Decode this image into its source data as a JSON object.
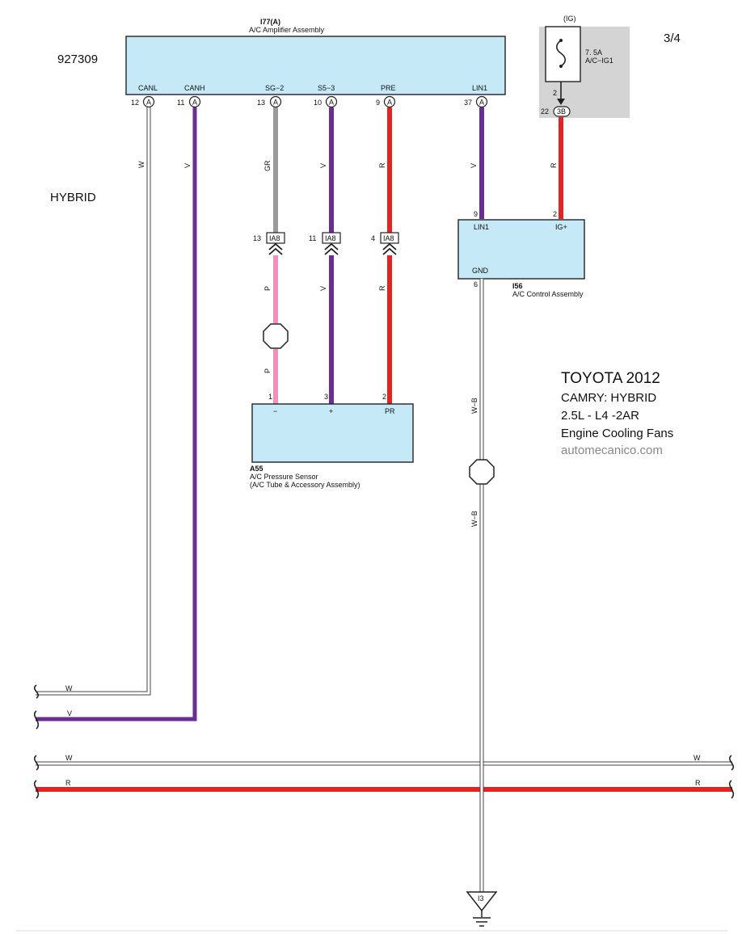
{
  "page": {
    "code": "927309",
    "section": "HYBRID",
    "page_number": "3/4"
  },
  "title_block": {
    "title": "TOYOTA 2012",
    "line1": "CAMRY: HYBRID",
    "line2": "2.5L - L4 -2AR",
    "line3": "Engine Cooling Fans",
    "site": "automecanico.com"
  },
  "colors": {
    "purple": "#6a2d91",
    "red": "#e42424",
    "pink": "#f28fbf",
    "gray": "#9a9a9a",
    "box_fill": "#c6e9f7",
    "fuse_box_fill": "#d4d4d4"
  },
  "amplifier": {
    "id": "I77(A)",
    "name": "A/C Amplifier Assembly",
    "pins": [
      {
        "label": "CANL",
        "num": "12",
        "conn": "A"
      },
      {
        "label": "CANH",
        "num": "11",
        "conn": "A"
      },
      {
        "label": "SG−2",
        "num": "13",
        "conn": "A"
      },
      {
        "label": "S5−3",
        "num": "10",
        "conn": "A"
      },
      {
        "label": "PRE",
        "num": "9",
        "conn": "A"
      },
      {
        "label": "LIN1",
        "num": "37",
        "conn": "A"
      }
    ]
  },
  "fuse": {
    "group": "(IG)",
    "rating": "7. 5A",
    "name": "A/C−IG1",
    "out_pin": "2",
    "conn_pin": "22",
    "conn": "3B"
  },
  "wire_labels": {
    "canl": "W",
    "canh": "V",
    "sg2": "GR",
    "s53": "V",
    "pre": "R",
    "lin1": "V",
    "ig": "R",
    "sensor_minus_upper": "P",
    "sensor_minus_lower": "P",
    "sensor_plus": "V",
    "sensor_pr": "R",
    "gnd_upper": "W−B",
    "gnd_lower": "W−B"
  },
  "junctions": [
    {
      "num": "13",
      "conn": "IA8"
    },
    {
      "num": "11",
      "conn": "IA8"
    },
    {
      "num": "4",
      "conn": "IA8"
    }
  ],
  "control": {
    "id": "I56",
    "name": "A/C Control Assembly",
    "pin_lin1": "LIN1",
    "pin_lin1_num": "9",
    "pin_ig": "IG+",
    "pin_ig_num": "2",
    "pin_gnd": "GND",
    "pin_gnd_num": "6"
  },
  "sensor": {
    "id": "A55",
    "name": "A/C Pressure Sensor",
    "name2": "(A/C Tube & Accessory Assembly)",
    "pins": [
      {
        "num": "1",
        "label": "−"
      },
      {
        "num": "3",
        "label": "+"
      },
      {
        "num": "2",
        "label": "PR"
      }
    ]
  },
  "bus": {
    "left_w1": "W",
    "left_v": "V",
    "lower_w_left": "W",
    "lower_w_right": "W",
    "lower_r_left": "R",
    "lower_r_right": "R"
  },
  "ground": {
    "id": "I3"
  }
}
